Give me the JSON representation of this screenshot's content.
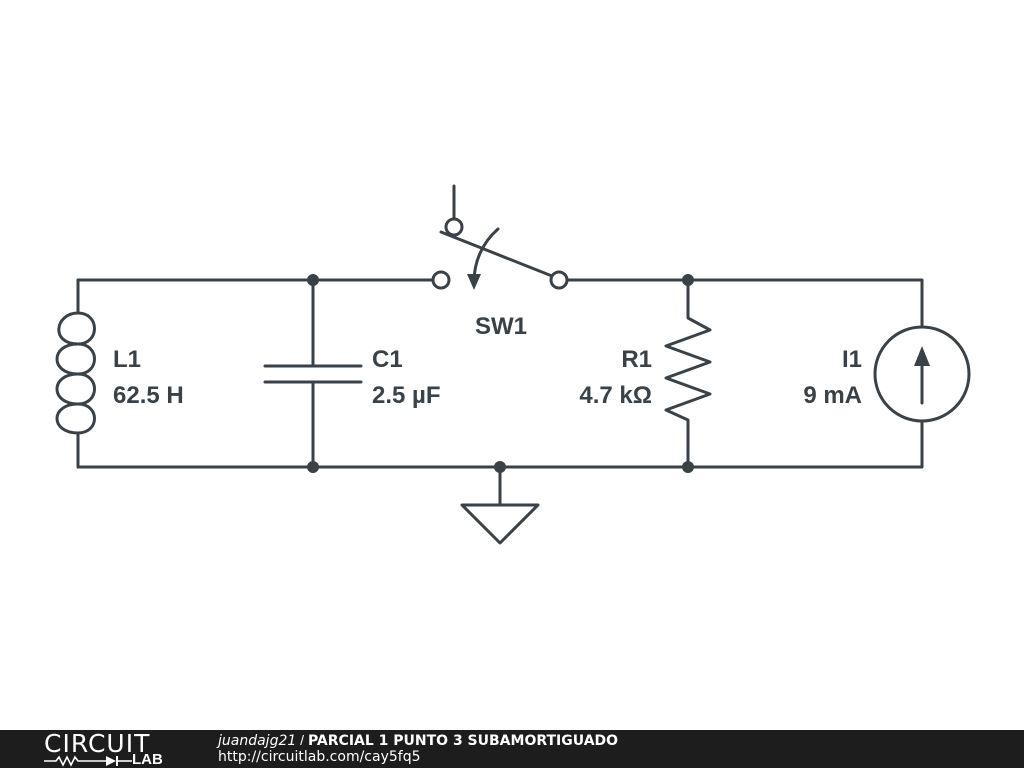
{
  "components": {
    "inductor": {
      "ref": "L1",
      "value": "62.5 H"
    },
    "capacitor": {
      "ref": "C1",
      "value": "2.5 µF"
    },
    "switch": {
      "ref": "SW1"
    },
    "resistor": {
      "ref": "R1",
      "value": "4.7 kΩ"
    },
    "current_source": {
      "ref": "I1",
      "value": "9 mA"
    }
  },
  "colors": {
    "wire": "#3a4248",
    "footer_bg": "#1d1d1d"
  },
  "footer": {
    "logo_top": "CIRCUIT",
    "logo_bottom": "LAB",
    "author": "juandajg21",
    "separator": " / ",
    "title": "PARCIAL 1 PUNTO 3 SUBAMORTIGUADO",
    "url": "http://circuitlab.com/cay5fq5"
  }
}
